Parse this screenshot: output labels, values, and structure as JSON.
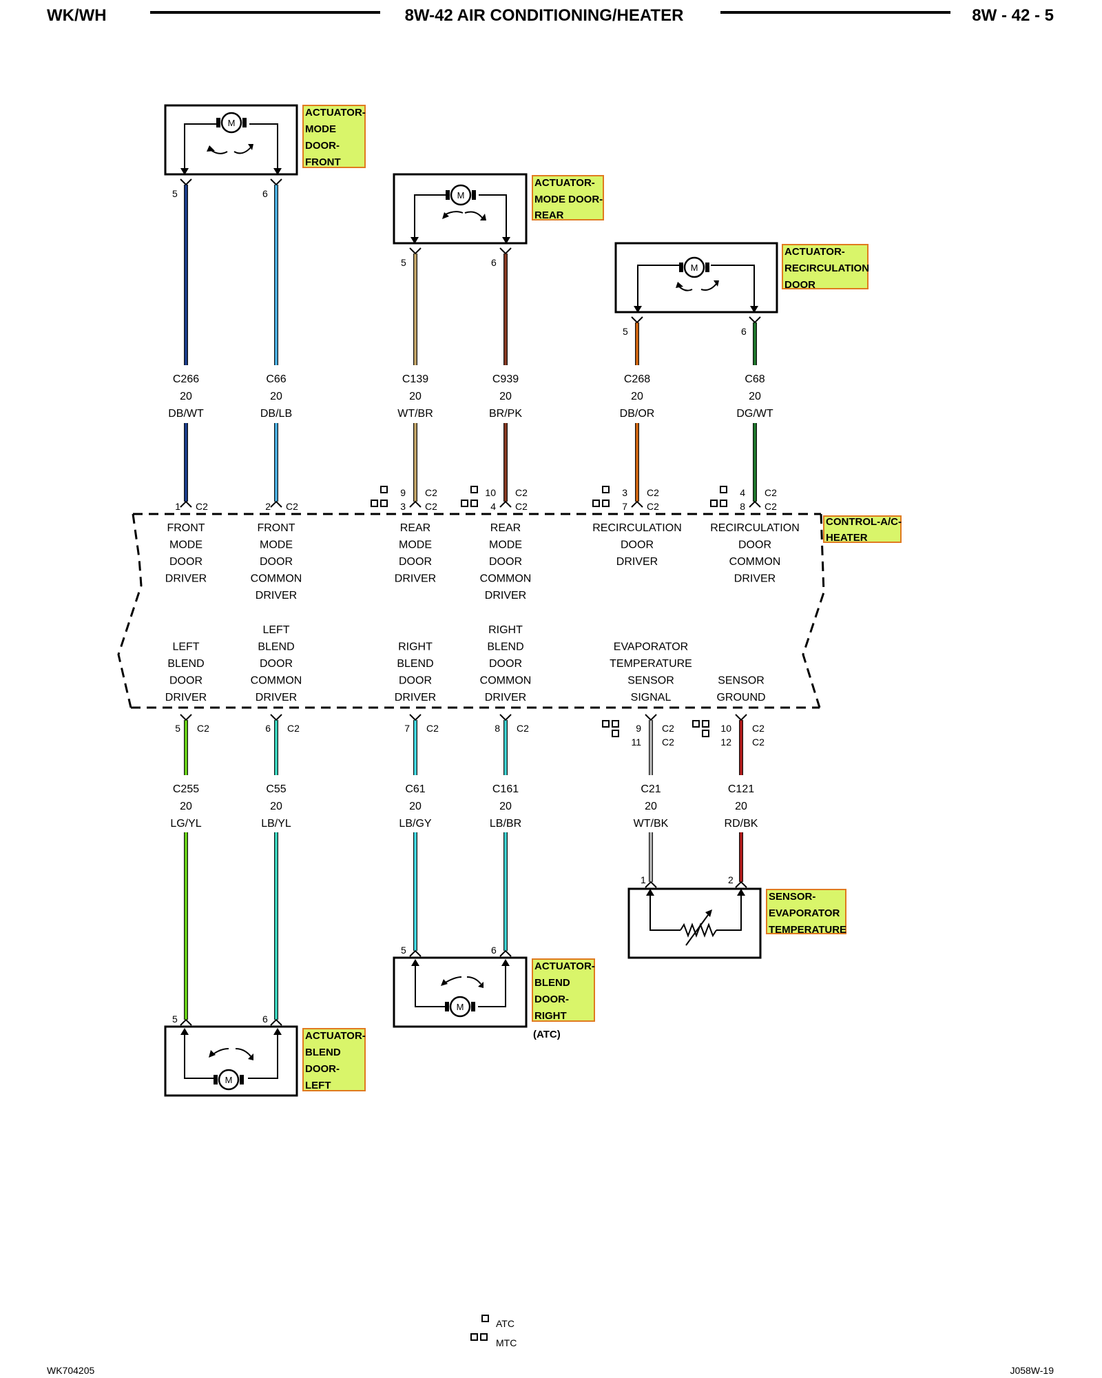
{
  "header": {
    "left": "WK/WH",
    "title": "8W-42 AIR CONDITIONING/HEATER",
    "right": "8W - 42 - 5"
  },
  "footer": {
    "left": "WK704205",
    "right": "J058W-19"
  },
  "legend": [
    {
      "symbol": "single-square",
      "label": "ATC"
    },
    {
      "symbol": "double-square",
      "label": "MTC"
    }
  ],
  "colors": {
    "tag_fill": "#d9f56a",
    "tag_border": "#e07a1f"
  },
  "components": {
    "act_mode_front": {
      "lines": [
        "ACTUATOR-",
        "MODE",
        "DOOR-",
        "FRONT"
      ],
      "pin_a": "5",
      "pin_b": "6"
    },
    "act_mode_rear": {
      "lines": [
        "ACTUATOR-",
        "MODE DOOR-",
        "REAR"
      ],
      "pin_a": "5",
      "pin_b": "6"
    },
    "act_recirc": {
      "lines": [
        "ACTUATOR-",
        "RECIRCULATION",
        "DOOR"
      ],
      "pin_a": "5",
      "pin_b": "6"
    },
    "control": {
      "lines": [
        "CONTROL-A/C-",
        "HEATER"
      ]
    },
    "sensor_evap": {
      "lines": [
        "SENSOR-",
        "EVAPORATOR",
        "TEMPERATURE"
      ],
      "pin_a": "1",
      "pin_b": "2"
    },
    "act_blend_right": {
      "lines": [
        "ACTUATOR-",
        "BLEND",
        "DOOR-",
        "RIGHT"
      ],
      "note": "(ATC)",
      "pin_a": "5",
      "pin_b": "6"
    },
    "act_blend_left": {
      "lines": [
        "ACTUATOR-",
        "BLEND",
        "DOOR-",
        "LEFT"
      ],
      "pin_a": "5",
      "pin_b": "6"
    }
  },
  "upper_wires": [
    {
      "circuit": "C266",
      "gauge": "20",
      "color": "DB/WT",
      "stroke": "#1c3f8f",
      "pin1": "1",
      "conn1": "C2"
    },
    {
      "circuit": "C66",
      "gauge": "20",
      "color": "DB/LB",
      "stroke": "#4fb8ec",
      "pin1": "2",
      "conn1": "C2"
    },
    {
      "circuit": "C139",
      "gauge": "20",
      "color": "WT/BR",
      "stroke": "#c8a96a",
      "pin1": "9",
      "conn1": "C2",
      "pin2": "3",
      "conn2": "C2"
    },
    {
      "circuit": "C939",
      "gauge": "20",
      "color": "BR/PK",
      "stroke": "#8a3a22",
      "pin1": "10",
      "conn1": "C2",
      "pin2": "4",
      "conn2": "C2"
    },
    {
      "circuit": "C268",
      "gauge": "20",
      "color": "DB/OR",
      "stroke": "#d96a12",
      "pin1": "3",
      "conn1": "C2",
      "pin2": "7",
      "conn2": "C2"
    },
    {
      "circuit": "C68",
      "gauge": "20",
      "color": "DG/WT",
      "stroke": "#1f7a2c",
      "pin1": "4",
      "conn1": "C2",
      "pin2": "8",
      "conn2": "C2"
    }
  ],
  "upper_functions": [
    [
      "FRONT",
      "MODE",
      "DOOR",
      "DRIVER"
    ],
    [
      "FRONT",
      "MODE",
      "DOOR",
      "COMMON",
      "DRIVER"
    ],
    [
      "REAR",
      "MODE",
      "DOOR",
      "DRIVER"
    ],
    [
      "REAR",
      "MODE",
      "DOOR",
      "COMMON",
      "DRIVER"
    ],
    [
      "RECIRCULATION",
      "DOOR",
      "DRIVER"
    ],
    [
      "RECIRCULATION",
      "DOOR",
      "COMMON",
      "DRIVER"
    ]
  ],
  "lower_functions": [
    [
      "LEFT",
      "BLEND",
      "DOOR",
      "DRIVER"
    ],
    [
      "LEFT",
      "BLEND",
      "DOOR",
      "COMMON",
      "DRIVER"
    ],
    [
      "RIGHT",
      "BLEND",
      "DOOR",
      "DRIVER"
    ],
    [
      "RIGHT",
      "BLEND",
      "DOOR",
      "COMMON",
      "DRIVER"
    ],
    [
      "EVAPORATOR",
      "TEMPERATURE",
      "SENSOR",
      "SIGNAL"
    ],
    [
      "SENSOR",
      "GROUND"
    ]
  ],
  "lower_wires": [
    {
      "circuit": "C255",
      "gauge": "20",
      "color": "LG/YL",
      "stroke": "#6fdc1a",
      "pin1": "5",
      "conn1": "C2"
    },
    {
      "circuit": "C55",
      "gauge": "20",
      "color": "LB/YL",
      "stroke": "#3fe0c8",
      "pin1": "6",
      "conn1": "C2"
    },
    {
      "circuit": "C61",
      "gauge": "20",
      "color": "LB/GY",
      "stroke": "#45dfe8",
      "pin1": "7",
      "conn1": "C2"
    },
    {
      "circuit": "C161",
      "gauge": "20",
      "color": "LB/BR",
      "stroke": "#3fd6d6",
      "pin1": "8",
      "conn1": "C2"
    },
    {
      "circuit": "C21",
      "gauge": "20",
      "color": "WT/BK",
      "stroke": "#b8b8b8",
      "pin1": "9",
      "conn1": "C2",
      "pin2": "11",
      "conn2": "C2"
    },
    {
      "circuit": "C121",
      "gauge": "20",
      "color": "RD/BK",
      "stroke": "#b81c1c",
      "pin1": "10",
      "conn1": "C2",
      "pin2": "12",
      "conn2": "C2"
    }
  ]
}
